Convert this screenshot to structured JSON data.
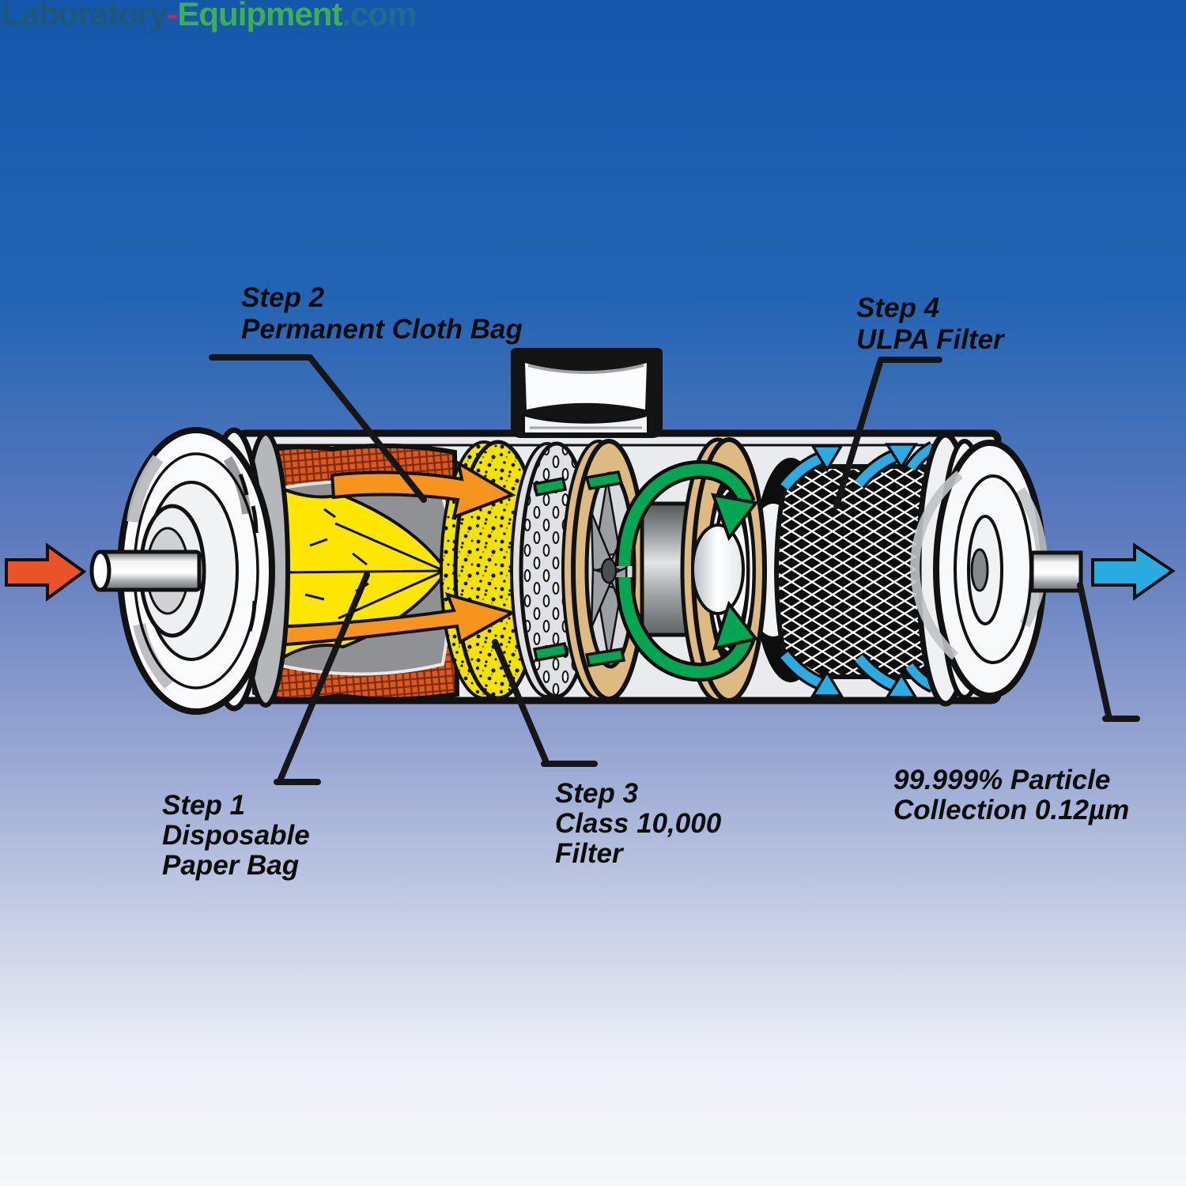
{
  "watermark": {
    "laboratory": "Laboratory",
    "hyphen": "-",
    "equipment": "Equipment",
    "dotcom": ".com"
  },
  "labels": {
    "step1": {
      "l1": "Step 1",
      "l2": "Disposable",
      "l3": "Paper Bag"
    },
    "step2": {
      "l1": "Step 2",
      "l2": "Permanent Cloth Bag"
    },
    "step3": {
      "l1": "Step 3",
      "l2": "Class 10,000",
      "l3": "Filter"
    },
    "step4": {
      "l1": "Step 4",
      "l2": "ULPA Filter"
    },
    "result": {
      "l1": "99.999% Particle",
      "l2": "Collection 0.12µm"
    }
  },
  "colors": {
    "background_top": "#1557ab",
    "background_bottom": "#f6f7fa",
    "inlet_arrow": "#ea5328",
    "outlet_arrow": "#29abe2",
    "cloth_bag_mesh": "#d9591e",
    "paper_bag": "#ffe600",
    "class10000_filter": "#f2e400",
    "flow_green": "#00a651",
    "flow_orange": "#f7941d",
    "ring_tan": "#dcba80",
    "ulpa_mesh": "#0d0d0d"
  }
}
